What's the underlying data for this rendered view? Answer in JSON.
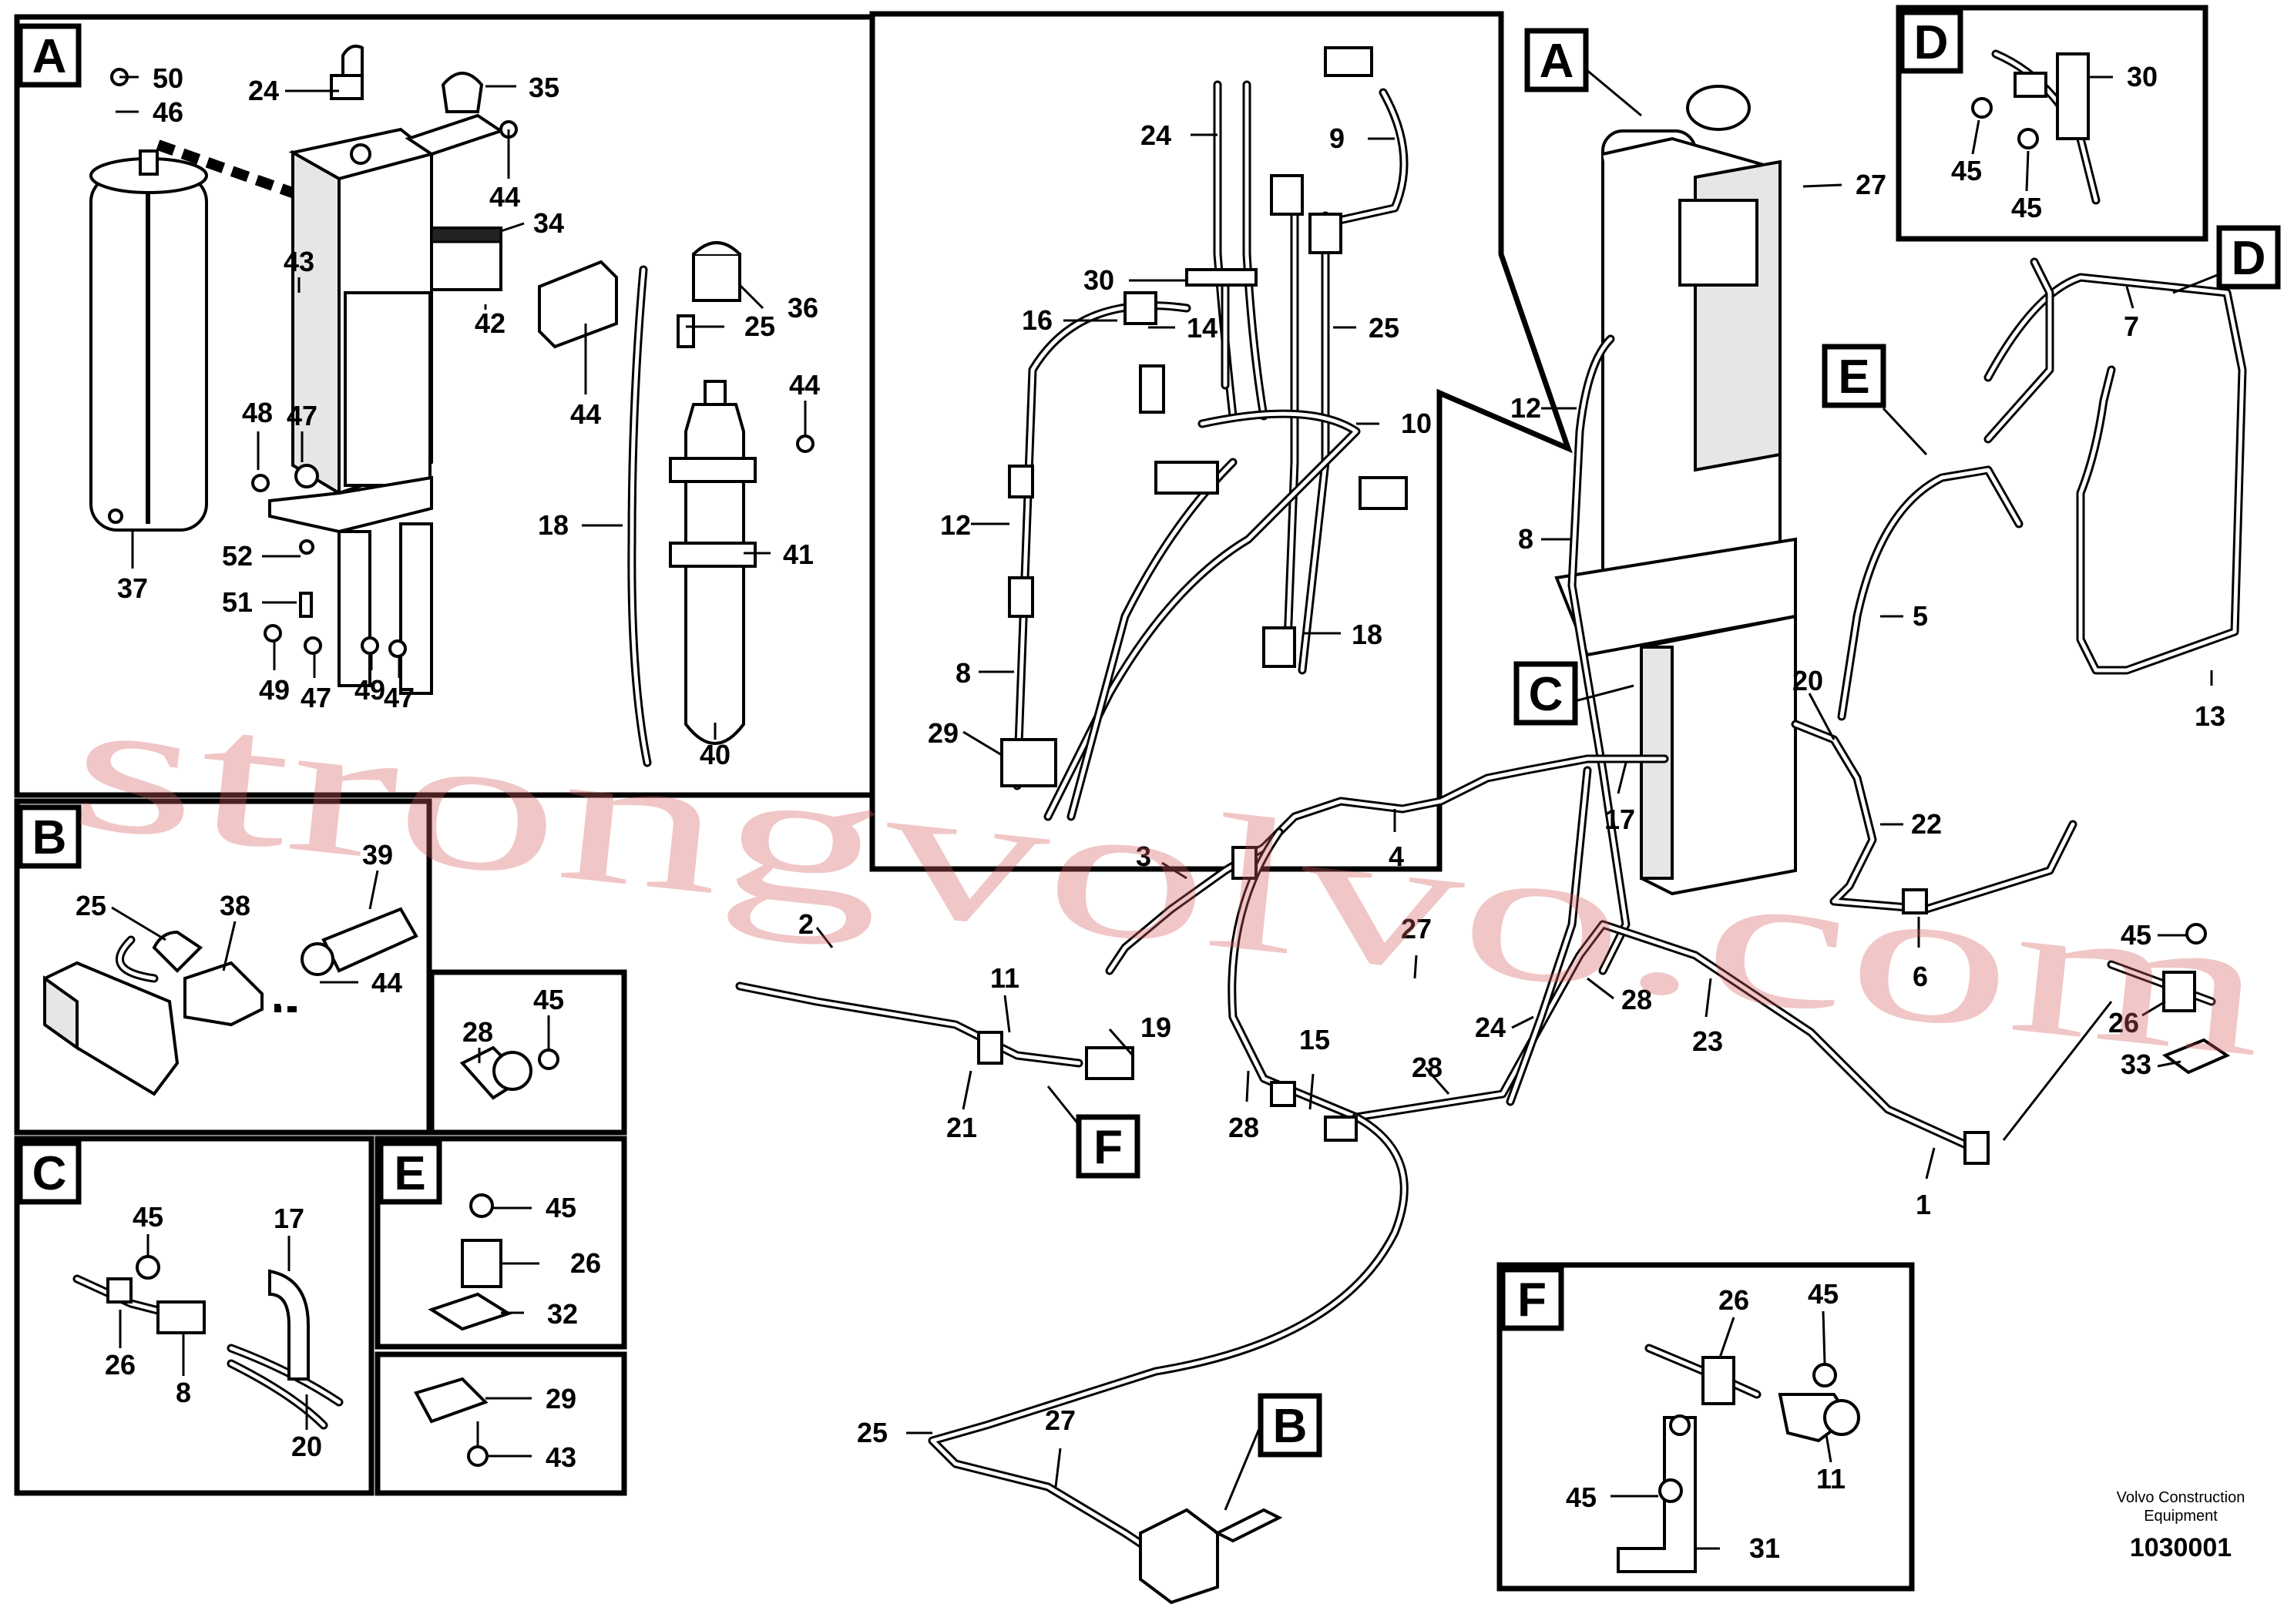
{
  "watermark": "strongvolvo.com",
  "credit": {
    "line1": "Volvo Construction",
    "line2": "Equipment",
    "catalog_number": "1030001"
  },
  "view_letters": [
    "A",
    "B",
    "C",
    "D",
    "E",
    "F"
  ],
  "detail_A": {
    "letter": "A",
    "callouts": [
      "50",
      "46",
      "24",
      "35",
      "44",
      "34",
      "43",
      "36",
      "42",
      "25",
      "44",
      "48",
      "47",
      "44",
      "52",
      "41",
      "51",
      "18",
      "49",
      "47",
      "49",
      "47",
      "37",
      "40"
    ]
  },
  "detail_A_zoom": {
    "callouts": [
      "24",
      "9",
      "30",
      "16",
      "14",
      "25",
      "10",
      "12",
      "8",
      "18",
      "29"
    ]
  },
  "detail_B": {
    "letter": "B",
    "callouts": [
      "39",
      "25",
      "38",
      "44"
    ]
  },
  "detail_C": {
    "letter": "C",
    "callouts": [
      "45",
      "17",
      "26",
      "8",
      "20"
    ]
  },
  "detail_D": {
    "letter": "D",
    "callouts": [
      "30",
      "45",
      "45"
    ]
  },
  "detail_E": {
    "letter": "E",
    "callouts": [
      "45",
      "26",
      "32"
    ]
  },
  "detail_F": {
    "letter": "F",
    "callouts": [
      "26",
      "45",
      "11",
      "45",
      "31"
    ]
  },
  "detail_clamp28": {
    "callouts": [
      "28",
      "45"
    ]
  },
  "detail_clamp29": {
    "callouts": [
      "29",
      "43"
    ]
  },
  "detail_clamp33": {
    "callouts": [
      "45",
      "26",
      "33"
    ]
  },
  "main_view": {
    "callouts": [
      "A",
      "27",
      "12",
      "8",
      "C",
      "E",
      "D",
      "7",
      "5",
      "20",
      "13",
      "17",
      "4",
      "3",
      "22",
      "2",
      "6",
      "27",
      "11",
      "19",
      "24",
      "28",
      "23",
      "28",
      "15",
      "21",
      "F",
      "28",
      "1",
      "25",
      "27",
      "B"
    ]
  }
}
